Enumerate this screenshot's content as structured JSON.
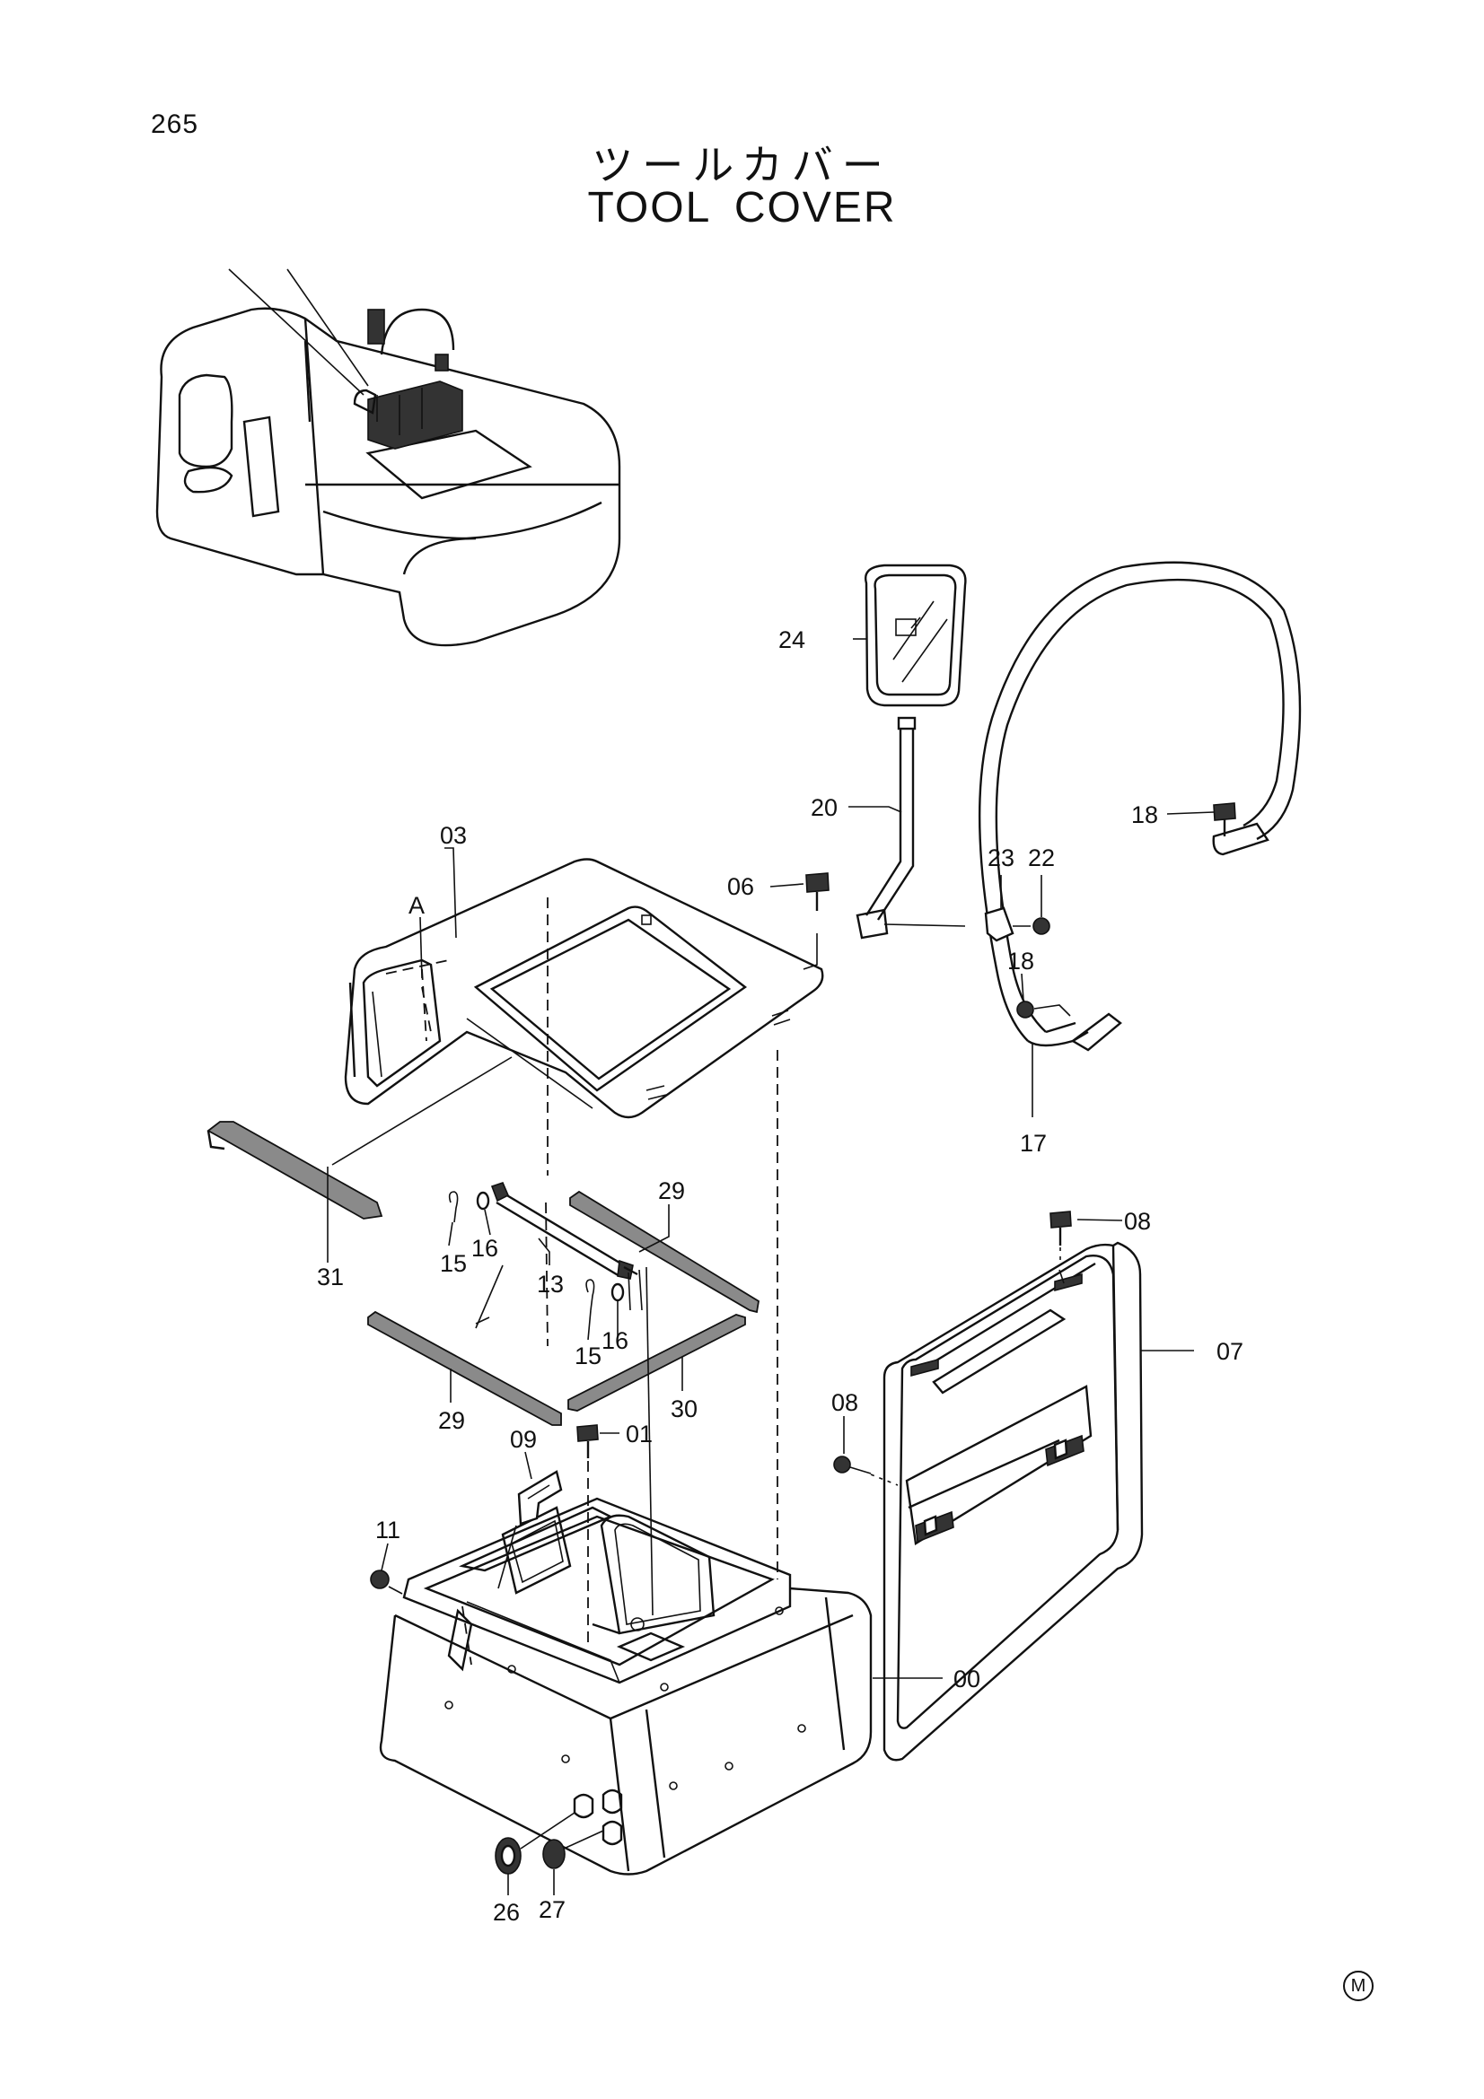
{
  "page_number": "265",
  "title_jp": "ツールカバー",
  "title_en": "TOOL COVER",
  "corner_mark": "M",
  "view_label": "A",
  "callouts": {
    "p03": "03",
    "p06": "06",
    "p24": "24",
    "p20": "20",
    "p18a": "18",
    "p23": "23",
    "p22": "22",
    "p18b": "18",
    "p17": "17",
    "p31": "31",
    "p15a": "15",
    "p16a": "16",
    "p13": "13",
    "p29a": "29",
    "p15b": "15",
    "p16b": "16",
    "p29b": "29",
    "p30": "30",
    "p08a": "08",
    "p07": "07",
    "p08b": "08",
    "p01": "01",
    "p09": "09",
    "p11": "11",
    "p00": "00",
    "p26": "26",
    "p27": "27"
  }
}
